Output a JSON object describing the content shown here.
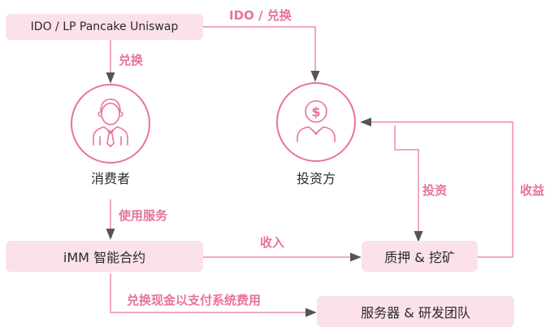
{
  "nodes": {
    "source": "IDO / LP Pancake Uniswap",
    "consumer": "消费者",
    "investor": "投资方",
    "imm": "iMM 智能合约",
    "staking": "质押 & 挖矿",
    "team": "服务器 & 研发团队"
  },
  "edges": {
    "source_to_investor": "IDO / 兑换",
    "source_to_consumer": "兑换",
    "consumer_to_imm": "使用服务",
    "imm_to_staking": "收入",
    "investor_to_staking": "投资",
    "staking_to_investor": "收益",
    "imm_to_team": "兑换现金以支付系统费用"
  },
  "icons": {
    "consumer": "person-with-tie-icon",
    "investor": "investor-dollar-icon"
  },
  "colors": {
    "accent": "#e8739a",
    "box_fill": "#fbe1ea",
    "arrow": "#f0a9c0",
    "arrow_head": "#555555"
  }
}
